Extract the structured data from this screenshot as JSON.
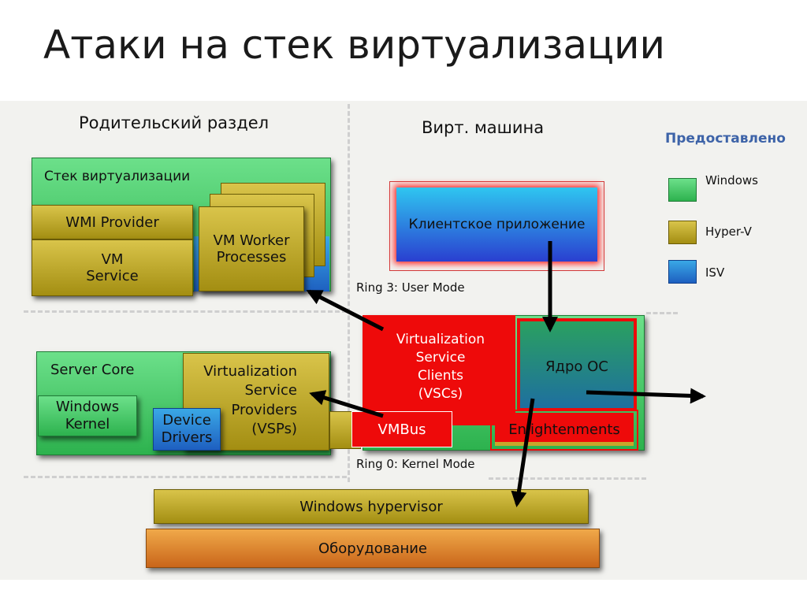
{
  "title": "Атаки на стек виртуализации",
  "parent": {
    "heading": "Родительский раздел",
    "stack_label": "Стек виртуализации",
    "wmi_provider": "WMI Provider",
    "vm_service": [
      "VM",
      "Service"
    ],
    "worker": [
      "VM Worker",
      "Processes"
    ],
    "server_core": "Server Core",
    "windows_kernel": [
      "Windows",
      "Kernel"
    ],
    "device_drivers": [
      "Device",
      "Drivers"
    ],
    "vsp": [
      "Virtualization",
      "Service",
      "Providers",
      "(VSPs)"
    ]
  },
  "vm": {
    "heading": "Вирт.  машина",
    "client_app": "Клиентское приложение",
    "ring3": "Ring 3: User Mode",
    "vsc": [
      "Virtualization",
      "Service",
      "Clients",
      "(VSCs)"
    ],
    "os_kernel": "Ядро ОС",
    "vmbus": "VMBus",
    "enlightenments": "Enlightenments",
    "ring0": "Ring 0: Kernel Mode"
  },
  "hypervisor": "Windows hypervisor",
  "hardware": "Оборудование",
  "legend": {
    "title": "Предоставлено",
    "items": [
      {
        "label": "Windows",
        "color": "#3cc45c"
      },
      {
        "label": "Hyper-V",
        "color": "#c2ac2c"
      },
      {
        "label": "ISV",
        "color": "#2a7fd6"
      }
    ]
  },
  "colors": {
    "attack_red": "#ee0a0a",
    "legend_title": "#3d63a8"
  }
}
